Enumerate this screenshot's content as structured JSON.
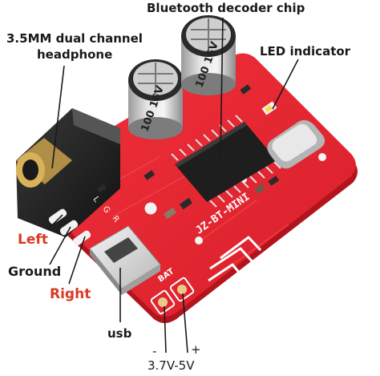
{
  "annotations": {
    "bluetooth_chip": "Bluetooth decoder chip",
    "headphone_line1": "3.5MM dual channel",
    "headphone_line2": "headphone",
    "led": "LED indicator",
    "left": "Left",
    "ground": "Ground",
    "right": "Right",
    "usb": "usb",
    "voltage": "3.7V-5V",
    "minus": "-",
    "plus": "+"
  },
  "board_markings": {
    "cap_left": "100 16V",
    "cap_right": "100 16V",
    "model": "JZ-BT-MINI",
    "bat": "BAT",
    "pad_l": "L",
    "pad_g": "G",
    "pad_r": "R"
  },
  "colors": {
    "pcb": "#e8262f",
    "label_red": "#d93b25",
    "label_dark": "#1a1a1a"
  }
}
